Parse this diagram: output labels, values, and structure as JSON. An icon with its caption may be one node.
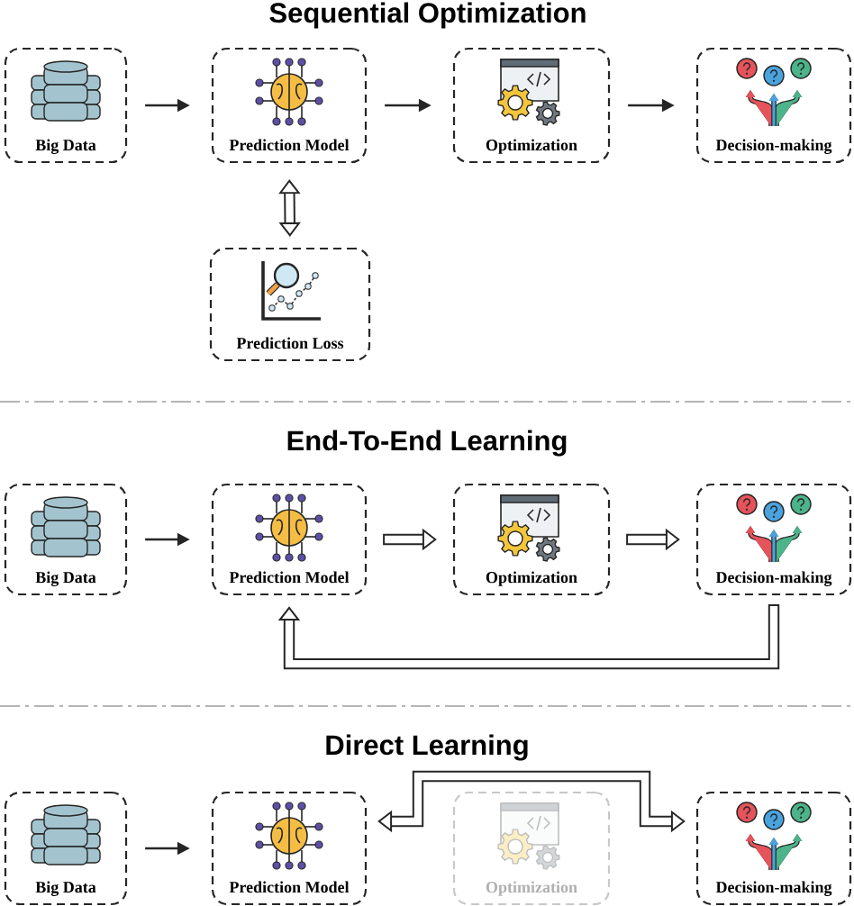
{
  "diagram": {
    "nodes": [
      {
        "text": [
          "Big Data"
        ]
      },
      {
        "text": [
          "Prediction Model"
        ]
      },
      {
        "text": [
          "Optimization"
        ]
      },
      {
        "text": [
          "Decision-making"
        ]
      },
      {
        "text": [
          "Prediction Loss"
        ]
      },
      {
        "text": [
          "Big Data"
        ]
      },
      {
        "text": [
          "Prediction Model"
        ]
      },
      {
        "text": [
          "Optimization"
        ]
      },
      {
        "text": [
          "Decision-making"
        ]
      },
      {
        "text": [
          "Big Data"
        ]
      },
      {
        "text": [
          "Prediction Model"
        ]
      },
      {
        "text": [
          "Optimization"
        ]
      },
      {
        "text": [
          "Decision-making"
        ]
      }
    ],
    "edges": [
      {
        "from": 0,
        "to": 1,
        "arrow": "to"
      },
      {
        "from": 1,
        "to": 2,
        "arrow": "to"
      },
      {
        "from": 2,
        "to": 3,
        "arrow": "to"
      },
      {
        "from": 1,
        "to": 4,
        "arrow": "both",
        "style": "thick"
      },
      {
        "from": 5,
        "to": 6,
        "arrow": "to"
      },
      {
        "from": 6,
        "to": 7,
        "arrow": "to",
        "style": "thick"
      },
      {
        "from": 7,
        "to": 8,
        "arrow": "to",
        "style": "thick"
      },
      {
        "from": 8,
        "to": 6,
        "arrow": "to",
        "style": "thick"
      },
      {
        "from": 9,
        "to": 10,
        "arrow": "to"
      },
      {
        "from": 10,
        "to": 12,
        "arrow": "both",
        "style": "thick"
      }
    ],
    "labels": [
      "Sequential Optimization",
      "End-To-End Learning",
      "Direct Learning"
    ]
  }
}
